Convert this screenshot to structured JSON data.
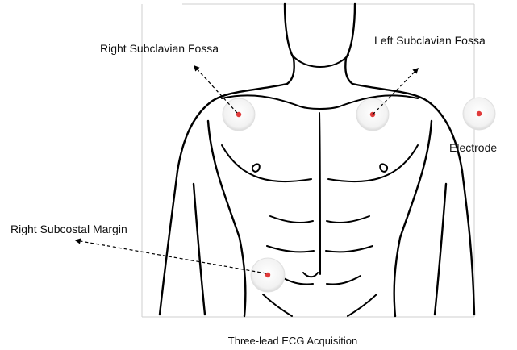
{
  "labels": {
    "right_subclavian": "Right Subclavian Fossa",
    "left_subclavian": "Left Subclavian Fossa",
    "electrode": "Electrode",
    "right_subcostal": "Right Subcostal Margin"
  },
  "caption": "Three-lead ECG Acquisition",
  "colors": {
    "electrode_dot": "#e03a3a",
    "electrode_pad": "#f4f4f4",
    "outline": "#000000"
  }
}
